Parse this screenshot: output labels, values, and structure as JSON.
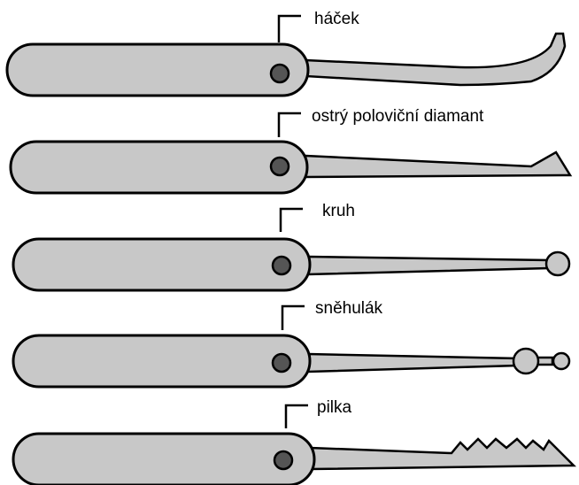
{
  "picks": [
    {
      "id": "hook",
      "label": "háček"
    },
    {
      "id": "half-diamond",
      "label": "ostrý poloviční diamant"
    },
    {
      "id": "ball",
      "label": "kruh"
    },
    {
      "id": "snowman",
      "label": "sněhulák"
    },
    {
      "id": "rake",
      "label": "pilka"
    }
  ],
  "colors": {
    "handle_fill": "#c8c8c8",
    "pivot_fill": "#555555",
    "outline": "#000000",
    "background": "#ffffff"
  }
}
